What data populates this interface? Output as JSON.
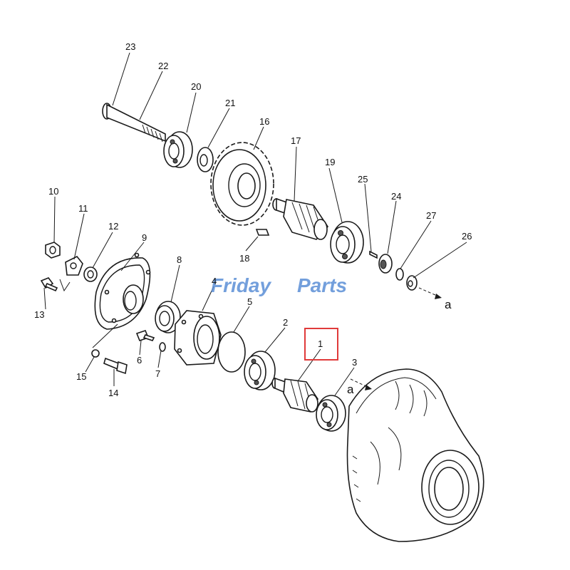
{
  "watermark": {
    "part1": "Friday",
    "part2": "Parts",
    "color_blue": "#5b8fd6",
    "color_orange": "#f2a33a"
  },
  "highlight": {
    "label": "1",
    "color": "#e03a3a"
  },
  "callouts": [
    {
      "id": "23",
      "text": "23"
    },
    {
      "id": "22",
      "text": "22"
    },
    {
      "id": "20",
      "text": "20"
    },
    {
      "id": "21",
      "text": "21"
    },
    {
      "id": "16",
      "text": "16"
    },
    {
      "id": "17",
      "text": "17"
    },
    {
      "id": "19",
      "text": "19"
    },
    {
      "id": "25",
      "text": "25"
    },
    {
      "id": "24",
      "text": "24"
    },
    {
      "id": "27",
      "text": "27"
    },
    {
      "id": "26",
      "text": "26"
    },
    {
      "id": "a_top",
      "text": "a"
    },
    {
      "id": "10",
      "text": "10"
    },
    {
      "id": "11",
      "text": "11"
    },
    {
      "id": "12",
      "text": "12"
    },
    {
      "id": "9",
      "text": "9"
    },
    {
      "id": "8",
      "text": "8"
    },
    {
      "id": "4",
      "text": "4"
    },
    {
      "id": "5",
      "text": "5"
    },
    {
      "id": "2",
      "text": "2"
    },
    {
      "id": "1",
      "text": "1"
    },
    {
      "id": "3",
      "text": "3"
    },
    {
      "id": "a_bottom",
      "text": "a"
    },
    {
      "id": "18",
      "text": "18"
    },
    {
      "id": "13",
      "text": "13"
    },
    {
      "id": "6",
      "text": "6"
    },
    {
      "id": "7",
      "text": "7"
    },
    {
      "id": "15",
      "text": "15"
    },
    {
      "id": "14",
      "text": "14"
    }
  ]
}
